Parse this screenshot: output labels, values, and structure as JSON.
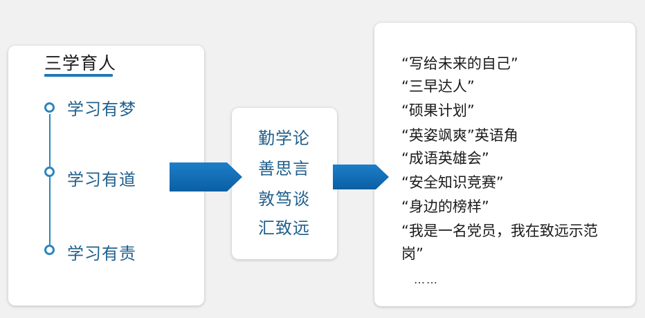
{
  "left_panel": {
    "title": "三学育人",
    "items": [
      "学习有梦",
      "学习有道",
      "学习有责"
    ]
  },
  "middle_panel": {
    "items": [
      "勤学论",
      "善思言",
      "敦笃谈",
      "汇致远"
    ]
  },
  "right_panel": {
    "items": [
      "“写给未来的自己”",
      "“三早达人”",
      "“硕果计划”",
      "“英姿飒爽”英语角",
      "“成语英雄会”",
      "“安全知识竞赛”",
      "“身边的榜样”",
      "“我是一名党员，我在致远示范",
      "岗”"
    ],
    "ellipsis": "……"
  },
  "colors": {
    "accent": "#2b86bd",
    "text_blue": "#1f5f8c",
    "arrow": "#0e6db8",
    "background": "#f1f1f1"
  }
}
